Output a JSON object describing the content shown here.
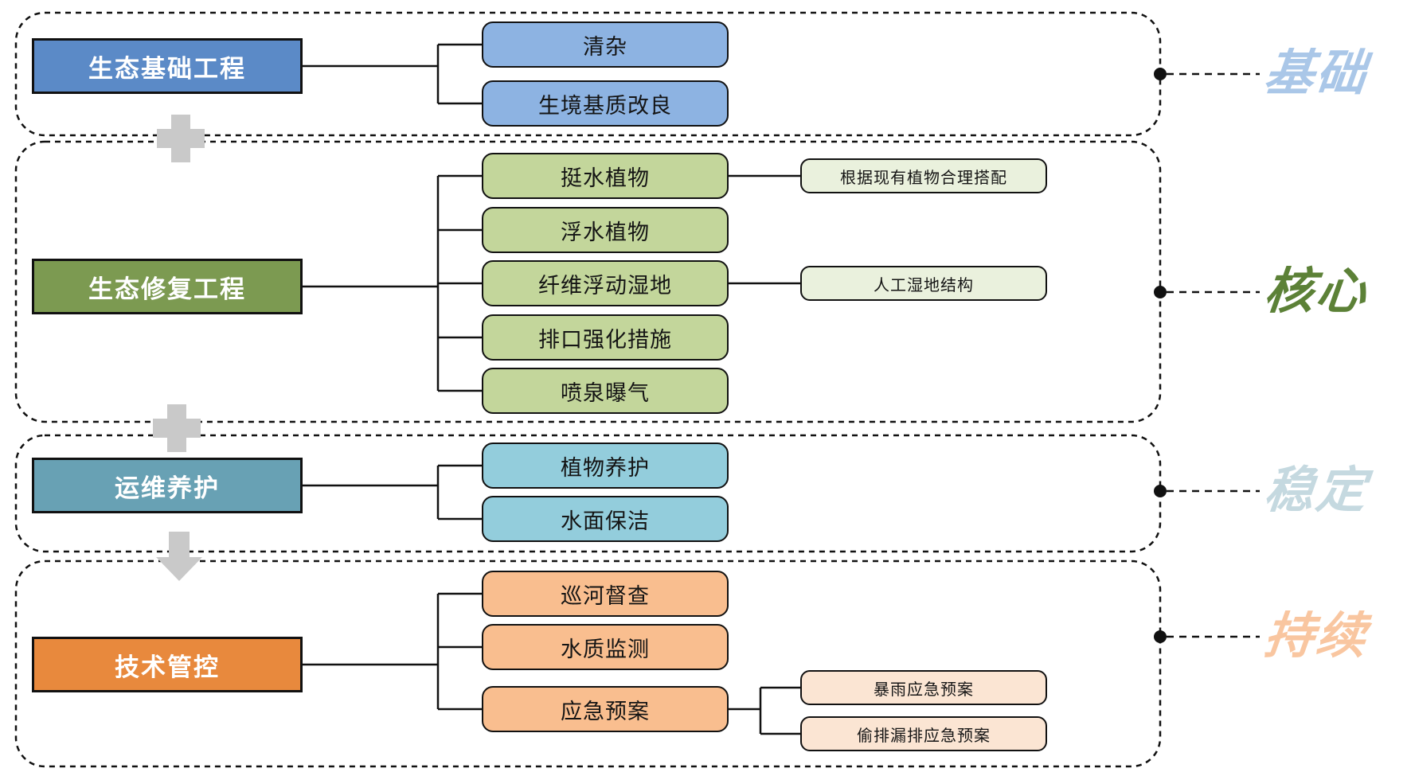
{
  "diagram": {
    "sections": [
      {
        "title": "生态基础工程",
        "tag": "基础",
        "children": [
          "清杂",
          "生境基质改良"
        ],
        "notes": []
      },
      {
        "title": "生态修复工程",
        "tag": "核心",
        "children": [
          "挺水植物",
          "浮水植物",
          "纤维浮动湿地",
          "排口强化措施",
          "喷泉曝气"
        ],
        "notes": [
          "根据现有植物合理搭配",
          "人工湿地结构"
        ]
      },
      {
        "title": "运维养护",
        "tag": "稳定",
        "children": [
          "植物养护",
          "水面保洁"
        ],
        "notes": []
      },
      {
        "title": "技术管控",
        "tag": "持续",
        "children": [
          "巡河督查",
          "水质监测",
          "应急预案"
        ],
        "notes": [
          "暴雨应急预案",
          "偷排漏排应急预案"
        ]
      }
    ],
    "between_section_icons": [
      "plus",
      "plus",
      "down-arrow"
    ],
    "colors": {
      "section1_title_bg": "#5B8AC7",
      "section1_child_bg": "#8DB3E2",
      "section1_tag": "#AAC7E8",
      "section2_title_bg": "#7C9A51",
      "section2_child_bg": "#C3D69B",
      "section2_note_bg": "#EAF1DD",
      "section2_tag": "#5C8137",
      "section3_title_bg": "#68A1B4",
      "section3_child_bg": "#93CDDC",
      "section3_tag": "#C5D9E0",
      "section4_title_bg": "#E8893D",
      "section4_child_bg": "#F9BE8F",
      "section4_note_bg": "#FBE5D3",
      "section4_tag": "#F9C6A0",
      "connector": "#111111",
      "transition_icon_gray": "#C9C9C9"
    }
  }
}
